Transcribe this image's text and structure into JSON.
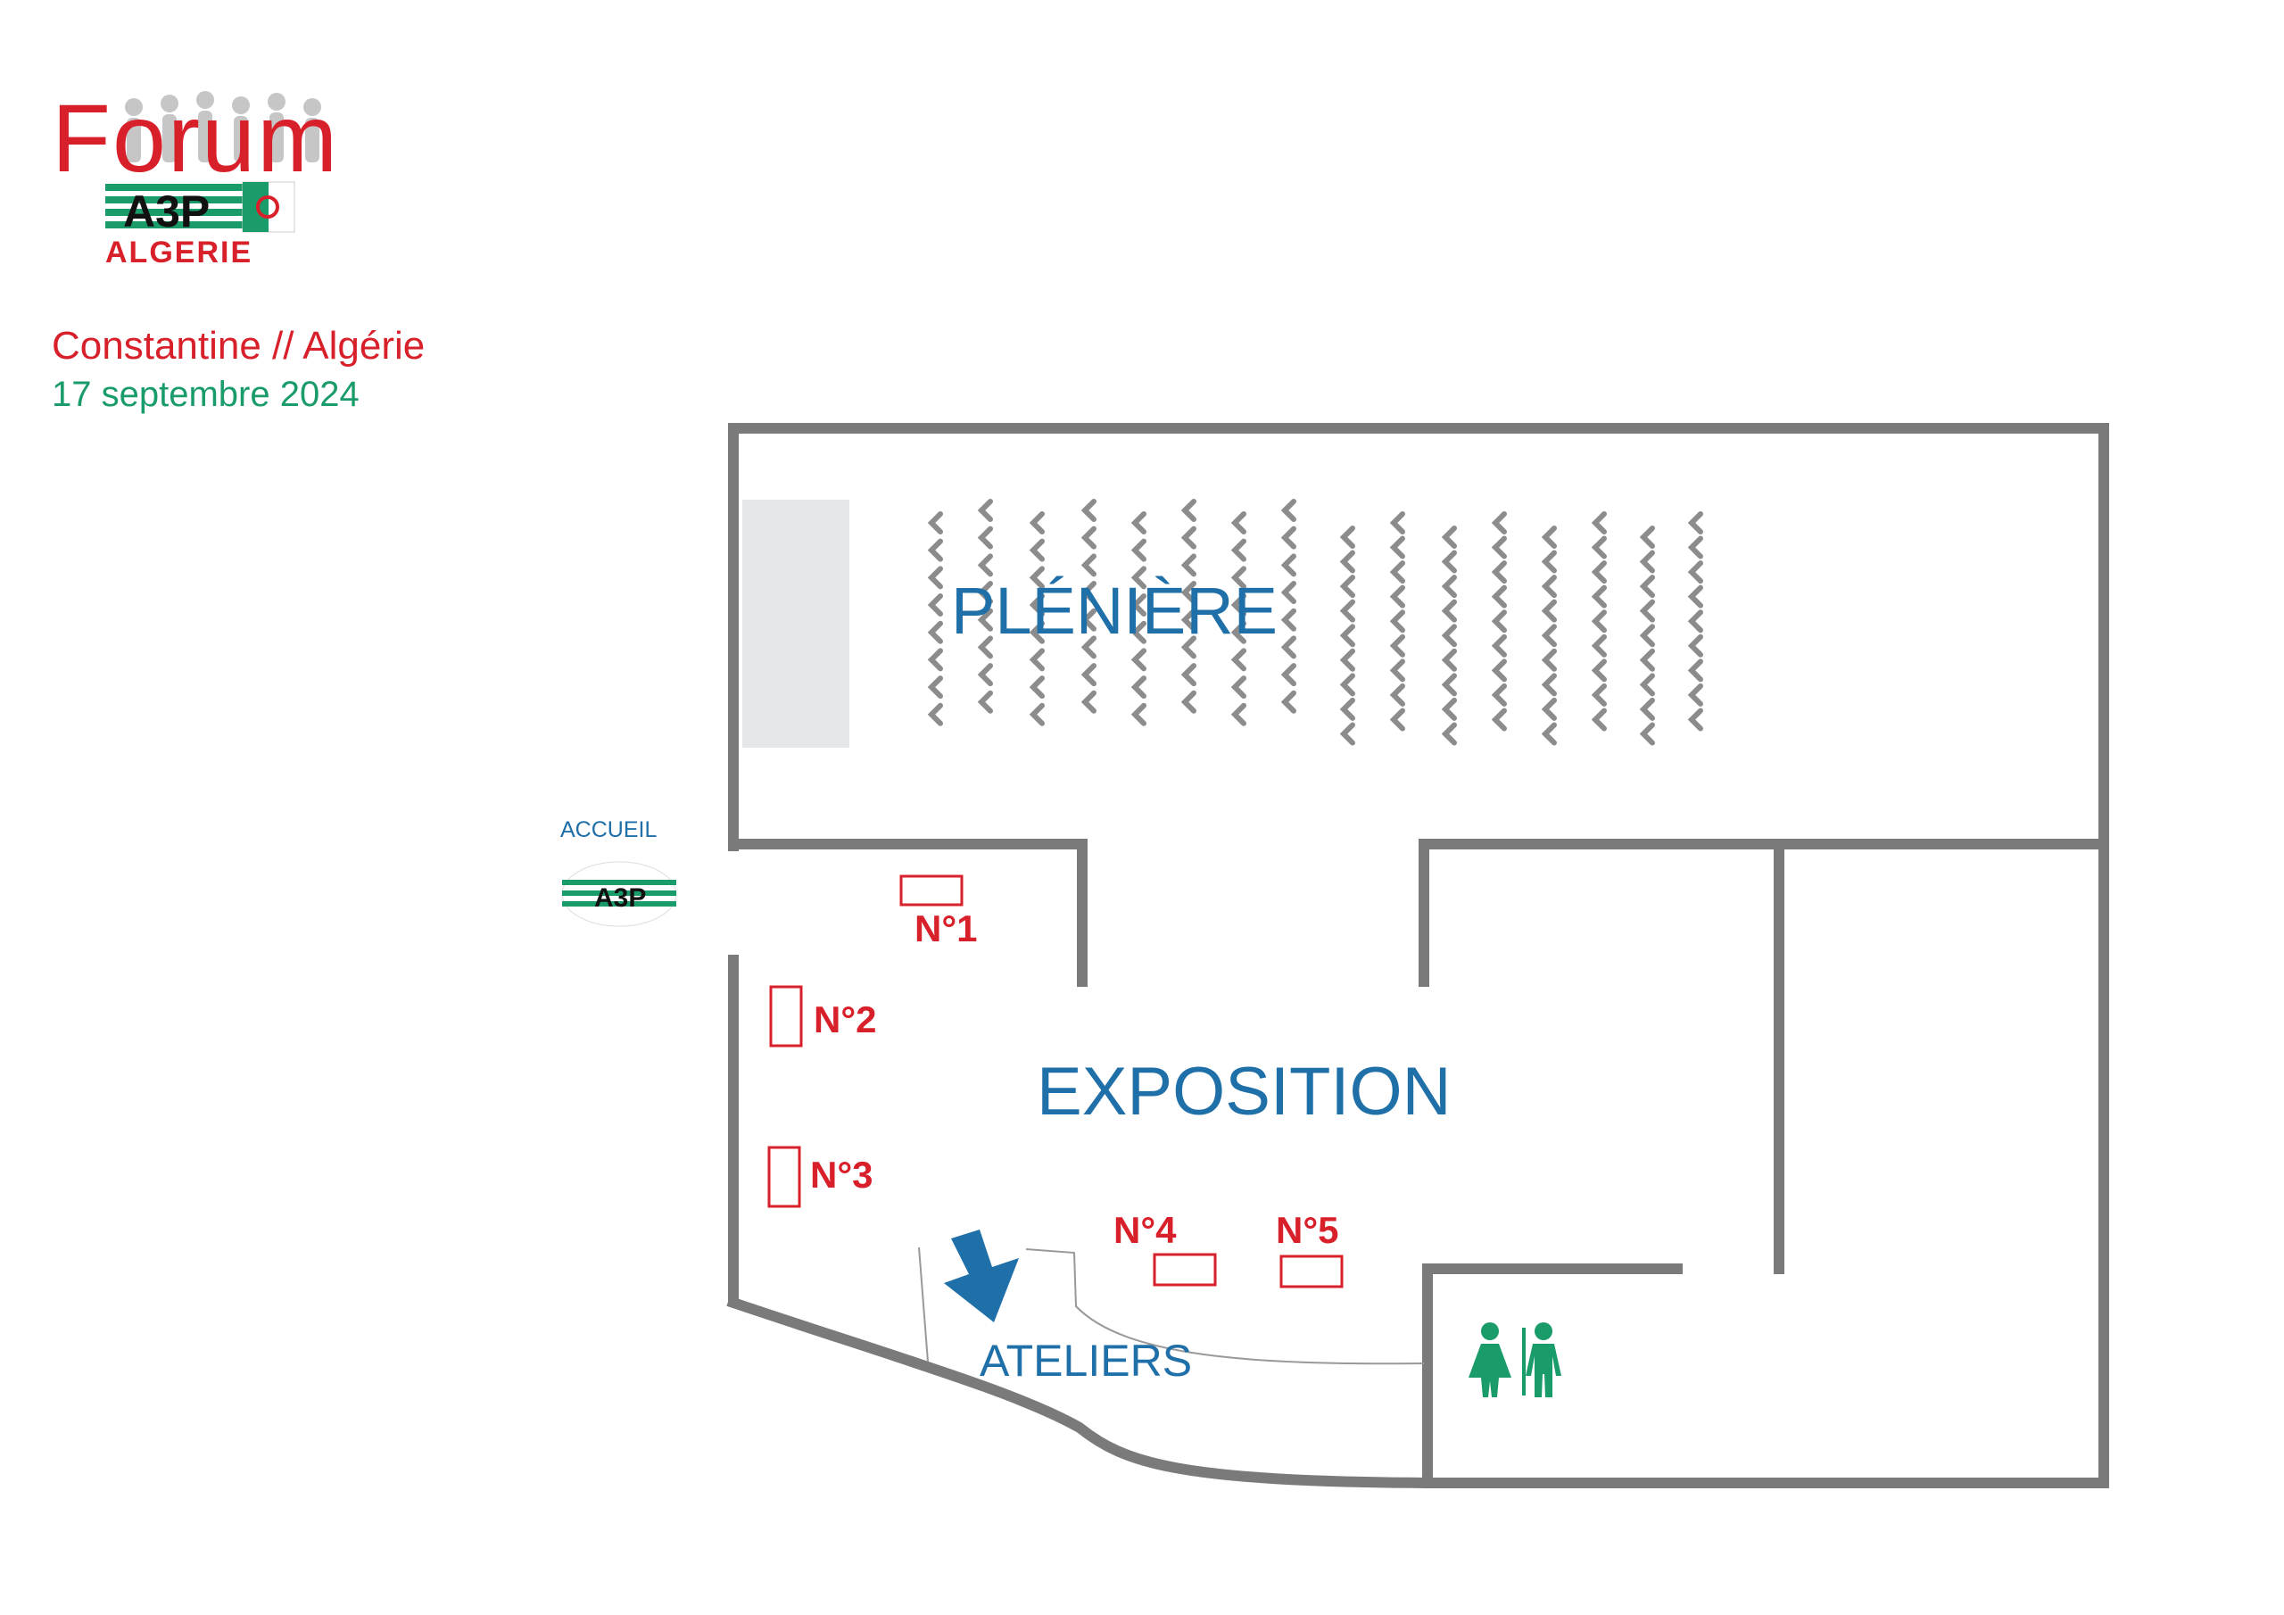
{
  "logo": {
    "forum_text": "Forum",
    "a3p_text": "A3P",
    "algerie_text": "ALGERIE",
    "icon": "a3p-algerie-forum-logo"
  },
  "event": {
    "location": "Constantine // Algérie",
    "date": "17 septembre 2024"
  },
  "entrance": {
    "label": "ACCUEIL",
    "icon": "a3p-badge-icon"
  },
  "rooms": {
    "pleniere": "PLÉNIÈRE",
    "exposition": "EXPOSITION",
    "ateliers": "ATELIERS"
  },
  "stands": [
    "N°1",
    "N°2",
    "N°3",
    "N°4",
    "N°5"
  ],
  "icons": {
    "arrow": "down-arrow-icon",
    "restroom": "restroom-icon",
    "seat": "chair-icon"
  },
  "colors": {
    "brand_red": "#d8202a",
    "brand_green": "#1a9c6a",
    "room_blue": "#1f6fa8",
    "wall_gray": "#7a7a7a"
  }
}
